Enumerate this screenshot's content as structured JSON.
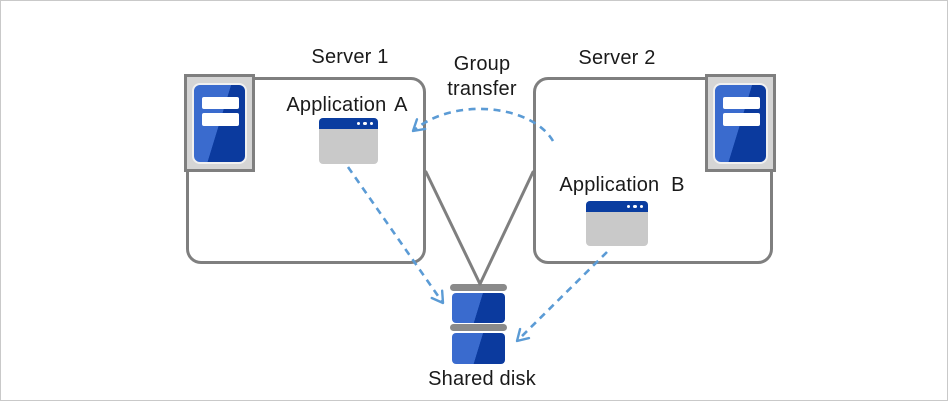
{
  "labels": {
    "server1": "Server 1",
    "server2": "Server 2",
    "application_a": "Application A",
    "application_b": "Application B",
    "group_transfer": "Group\ntransfer",
    "shared_disk": "Shared disk"
  },
  "icons": {
    "server1_icon": "server-tower",
    "server2_icon": "server-tower",
    "application_a_icon": "application-window",
    "application_b_icon": "application-window",
    "shared_disk_icon": "disk-stack"
  },
  "connectors": {
    "server1_to_disk": "solid gray line",
    "server2_to_disk": "solid gray line",
    "app_a_to_disk": "dashed blue arrow",
    "app_b_to_disk": "dashed blue arrow",
    "group_transfer": "dashed blue curved arrow from Server 2 to Server 1"
  },
  "colors": {
    "box_border_gray": "#7f7f7f",
    "line_gray": "#7f7f7f",
    "disk_bar_gray": "#8a8a8a",
    "arrow_blue": "#5b9bd5",
    "icon_blue_light": "#3a6bce",
    "icon_blue_dark": "#0b3a9e",
    "titlebar_blue": "#0a3da0",
    "icon_bg_gray": "#d5d5d5",
    "window_body_gray": "#c9c9c9",
    "text_color": "#1a1a1a"
  }
}
